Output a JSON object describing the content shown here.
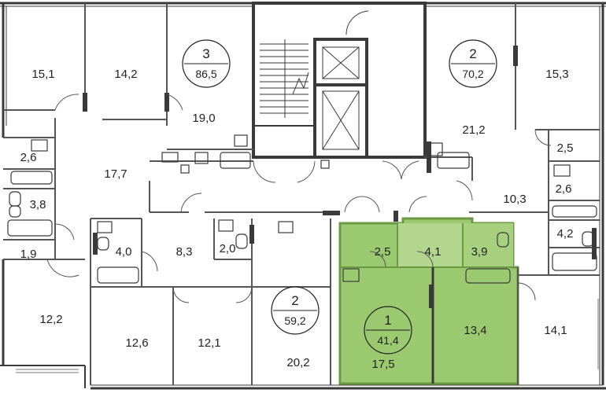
{
  "colors": {
    "wall": "#3a3a3a",
    "thin_wall": "#555555",
    "highlight_fill": "#9bc970",
    "highlight_fill_light": "#b2d68e",
    "highlight_border": "#6c9a42",
    "background": "#ffffff",
    "text": "#222222"
  },
  "units": [
    {
      "id": "unit-3",
      "rooms": "3",
      "total_area": "86,5"
    },
    {
      "id": "unit-2-top",
      "rooms": "2",
      "total_area": "70,2"
    },
    {
      "id": "unit-2-bottom",
      "rooms": "2",
      "total_area": "59,2"
    },
    {
      "id": "unit-1",
      "rooms": "1",
      "total_area": "41,4",
      "highlighted": true
    }
  ],
  "rooms": [
    {
      "area": "15,1"
    },
    {
      "area": "14,2"
    },
    {
      "area": "19,0"
    },
    {
      "area": "21,2"
    },
    {
      "area": "15,3"
    },
    {
      "area": "2,6"
    },
    {
      "area": "17,7"
    },
    {
      "area": "3,8"
    },
    {
      "area": "1,9"
    },
    {
      "area": "2,5"
    },
    {
      "area": "2,6"
    },
    {
      "area": "10,3"
    },
    {
      "area": "4,2"
    },
    {
      "area": "4,0"
    },
    {
      "area": "8,3"
    },
    {
      "area": "2,0"
    },
    {
      "area": "2,5"
    },
    {
      "area": "4,1"
    },
    {
      "area": "3,9"
    },
    {
      "area": "12,2"
    },
    {
      "area": "12,6"
    },
    {
      "area": "12,1"
    },
    {
      "area": "20,2"
    },
    {
      "area": "17,5"
    },
    {
      "area": "13,4"
    },
    {
      "area": "14,1"
    }
  ]
}
